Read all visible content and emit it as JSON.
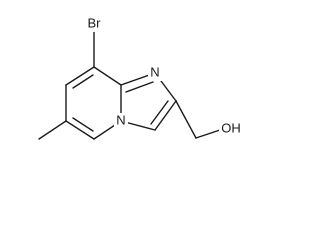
{
  "molecule": {
    "atoms": [
      {
        "id": "Br",
        "label": "Br",
        "name": "atom-br-label"
      },
      {
        "id": "N1",
        "label": "N",
        "name": "atom-n-imine-label"
      },
      {
        "id": "N4",
        "label": "N",
        "name": "atom-n-bridge-label"
      },
      {
        "id": "OH",
        "label": "OH",
        "name": "atom-oh-label"
      }
    ]
  },
  "colors": {
    "bond": "#1a1a1a",
    "background": "#ffffff"
  }
}
